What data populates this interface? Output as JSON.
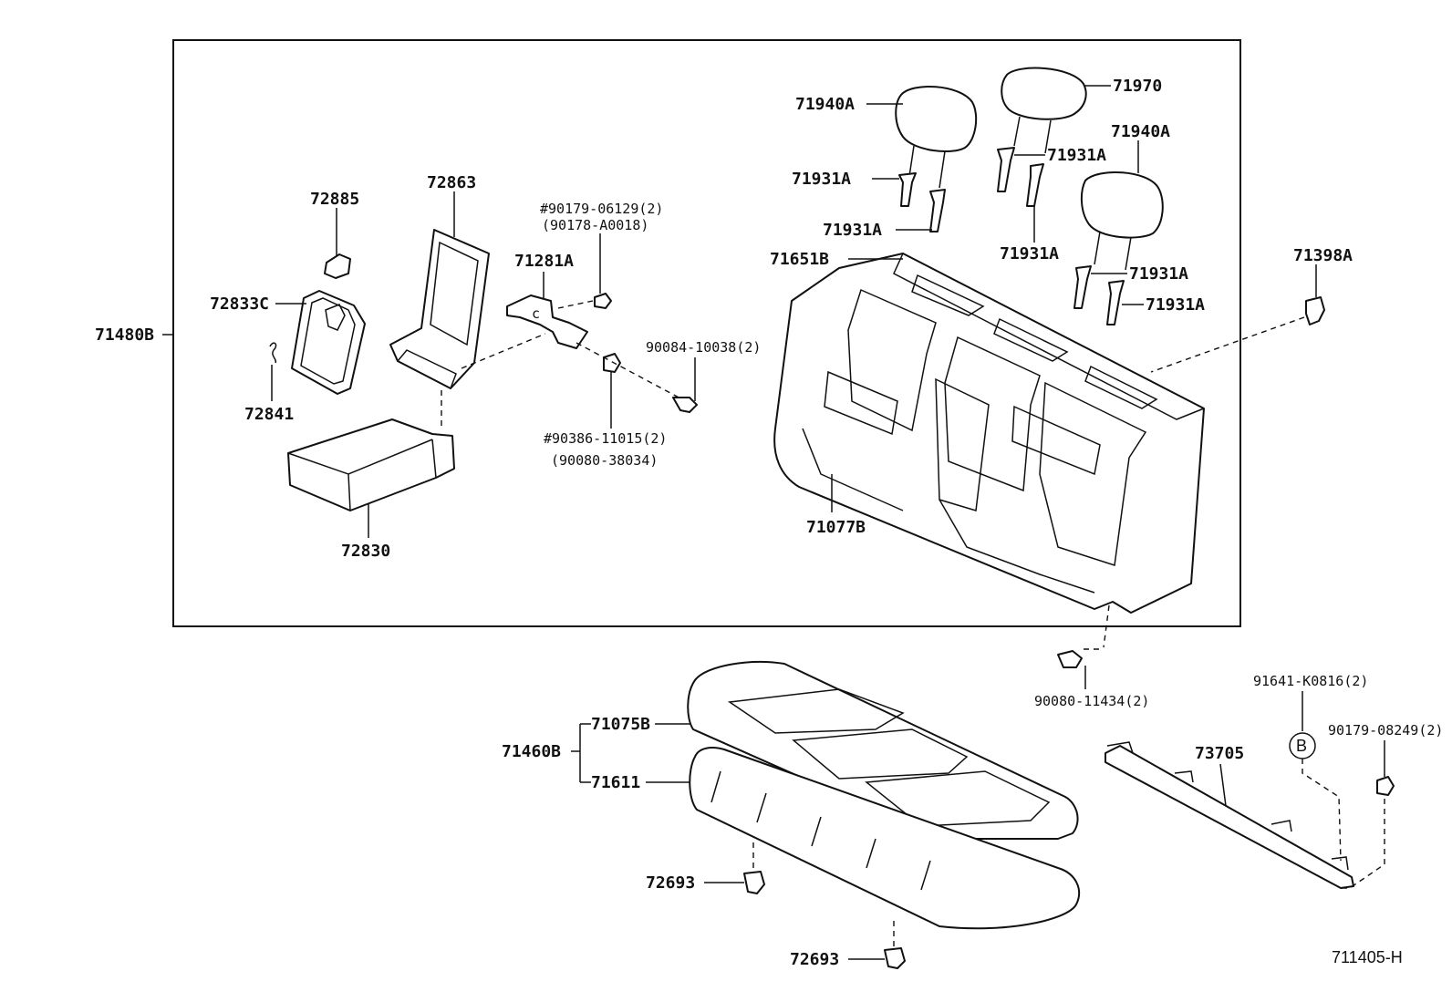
{
  "diagram_code": "711405-H",
  "labels": {
    "assembly_backrest": "71480B",
    "p72885": "72885",
    "p72863": "72863",
    "p72833c": "72833C",
    "p72841": "72841",
    "p72830": "72830",
    "p71281a": "71281A",
    "bolt_90179": "#90179-06129(2)",
    "bolt_90178": "(90178-A0018)",
    "screw_90084": "90084-10038(2)",
    "nut_90386": "#90386-11015(2)",
    "nut_90080": "(90080-38034)",
    "hr_left": "71940A",
    "hr_center": "71970",
    "hr_right": "71940A",
    "guide_1": "71931A",
    "guide_2": "71931A",
    "guide_3": "71931A",
    "guide_4": "71931A",
    "guide_5": "71931A",
    "guide_6": "71931A",
    "back_frame": "71651B",
    "back_cover": "71077B",
    "clip_71398a": "71398A",
    "bolt_90080_11434": "90080-11434(2)",
    "cushion_assy": "71460B",
    "cushion_cover": "71075B",
    "cushion_pad": "71611",
    "clip_72693_a": "72693",
    "clip_72693_b": "72693",
    "stay_73705": "73705",
    "bolt_91641": "91641-K0816(2)",
    "nut_90179_08249": "90179-08249(2)",
    "callout_b": "B"
  }
}
